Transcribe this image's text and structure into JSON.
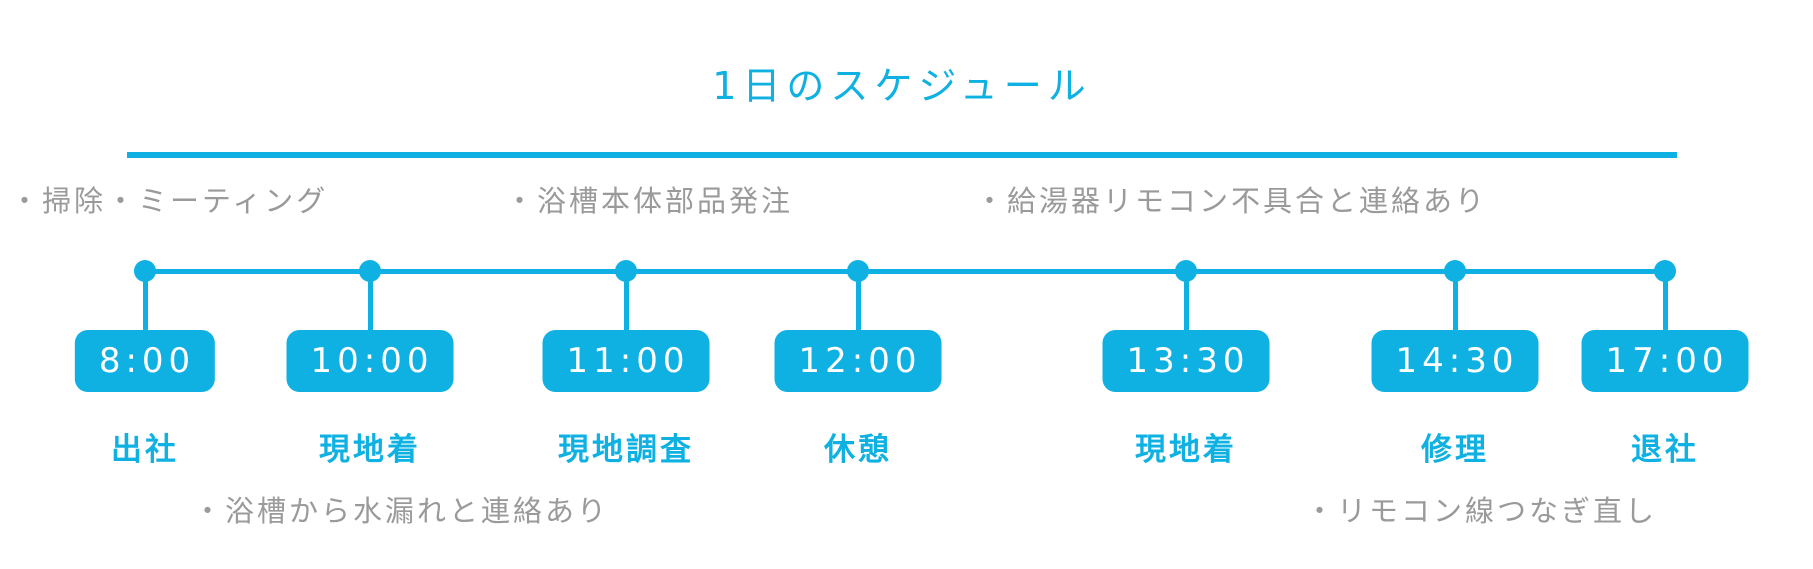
{
  "title": "1日のスケジュール",
  "colors": {
    "accent": "#0fb1e3",
    "note_gray": "#9a9a9a",
    "badge_text": "#ffffff",
    "background": "#ffffff"
  },
  "notes_above": [
    {
      "text": "・掃除・ミーティング"
    },
    {
      "text": "・浴槽本体部品発注"
    },
    {
      "text": "・給湯器リモコン不具合と連絡あり"
    }
  ],
  "notes_below": [
    {
      "text": "・浴槽から水漏れと連絡あり"
    },
    {
      "text": "・リモコン線つなぎ直し"
    }
  ],
  "timeline": {
    "events": [
      {
        "time": "8:00",
        "label": "出社"
      },
      {
        "time": "10:00",
        "label": "現地着"
      },
      {
        "time": "11:00",
        "label": "現地調査"
      },
      {
        "time": "12:00",
        "label": "休憩"
      },
      {
        "time": "13:30",
        "label": "現地着"
      },
      {
        "time": "14:30",
        "label": "修理"
      },
      {
        "time": "17:00",
        "label": "退社"
      }
    ]
  }
}
